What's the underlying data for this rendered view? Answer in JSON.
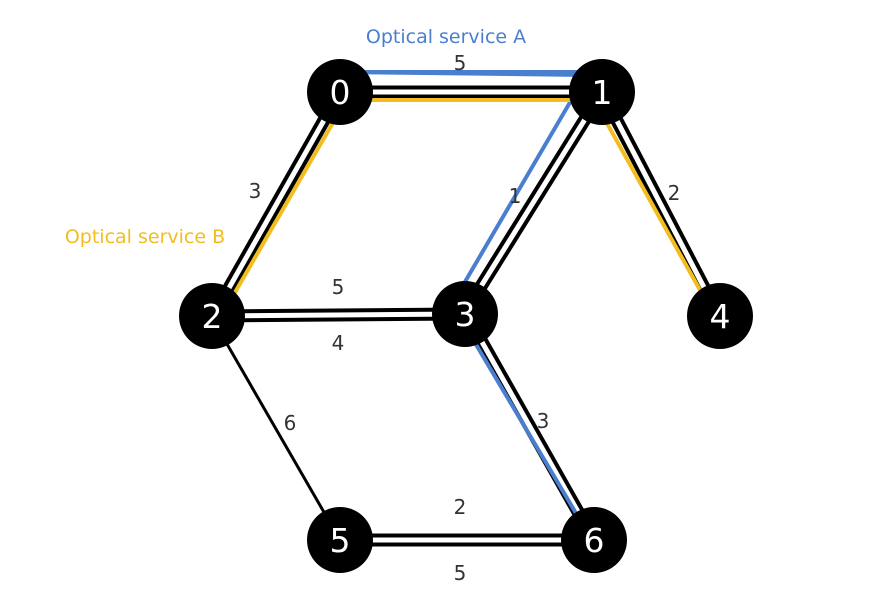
{
  "colors": {
    "background": "#ffffff",
    "node_fill": "#000000",
    "node_text": "#ffffff",
    "link": "#000000",
    "service_a": "#4a7fd0",
    "service_b": "#f2bd1d",
    "weight_text": "#333333"
  },
  "services": {
    "a": {
      "label": "Optical service A",
      "path": [
        "3",
        "6",
        "3",
        "1",
        "0",
        "1"
      ]
    },
    "b": {
      "label": "Optical service B",
      "path": [
        "2",
        "0",
        "1",
        "4"
      ]
    }
  },
  "nodes": [
    {
      "id": "0",
      "label": "0"
    },
    {
      "id": "1",
      "label": "1"
    },
    {
      "id": "2",
      "label": "2"
    },
    {
      "id": "3",
      "label": "3"
    },
    {
      "id": "4",
      "label": "4"
    },
    {
      "id": "5",
      "label": "5"
    },
    {
      "id": "6",
      "label": "6"
    }
  ],
  "links": [
    {
      "from": "0",
      "to": "1",
      "style": "double",
      "weights": [
        "5"
      ]
    },
    {
      "from": "0",
      "to": "2",
      "style": "double",
      "weights": [
        "3"
      ]
    },
    {
      "from": "1",
      "to": "3",
      "style": "double",
      "weights": [
        "1"
      ]
    },
    {
      "from": "1",
      "to": "4",
      "style": "double",
      "weights": [
        "2"
      ]
    },
    {
      "from": "2",
      "to": "3",
      "style": "double",
      "weights": [
        "5",
        "4"
      ]
    },
    {
      "from": "2",
      "to": "5",
      "style": "single",
      "weights": [
        "6"
      ]
    },
    {
      "from": "3",
      "to": "6",
      "style": "double",
      "weights": [
        "3"
      ]
    },
    {
      "from": "5",
      "to": "6",
      "style": "double",
      "weights": [
        "2",
        "5"
      ]
    }
  ]
}
